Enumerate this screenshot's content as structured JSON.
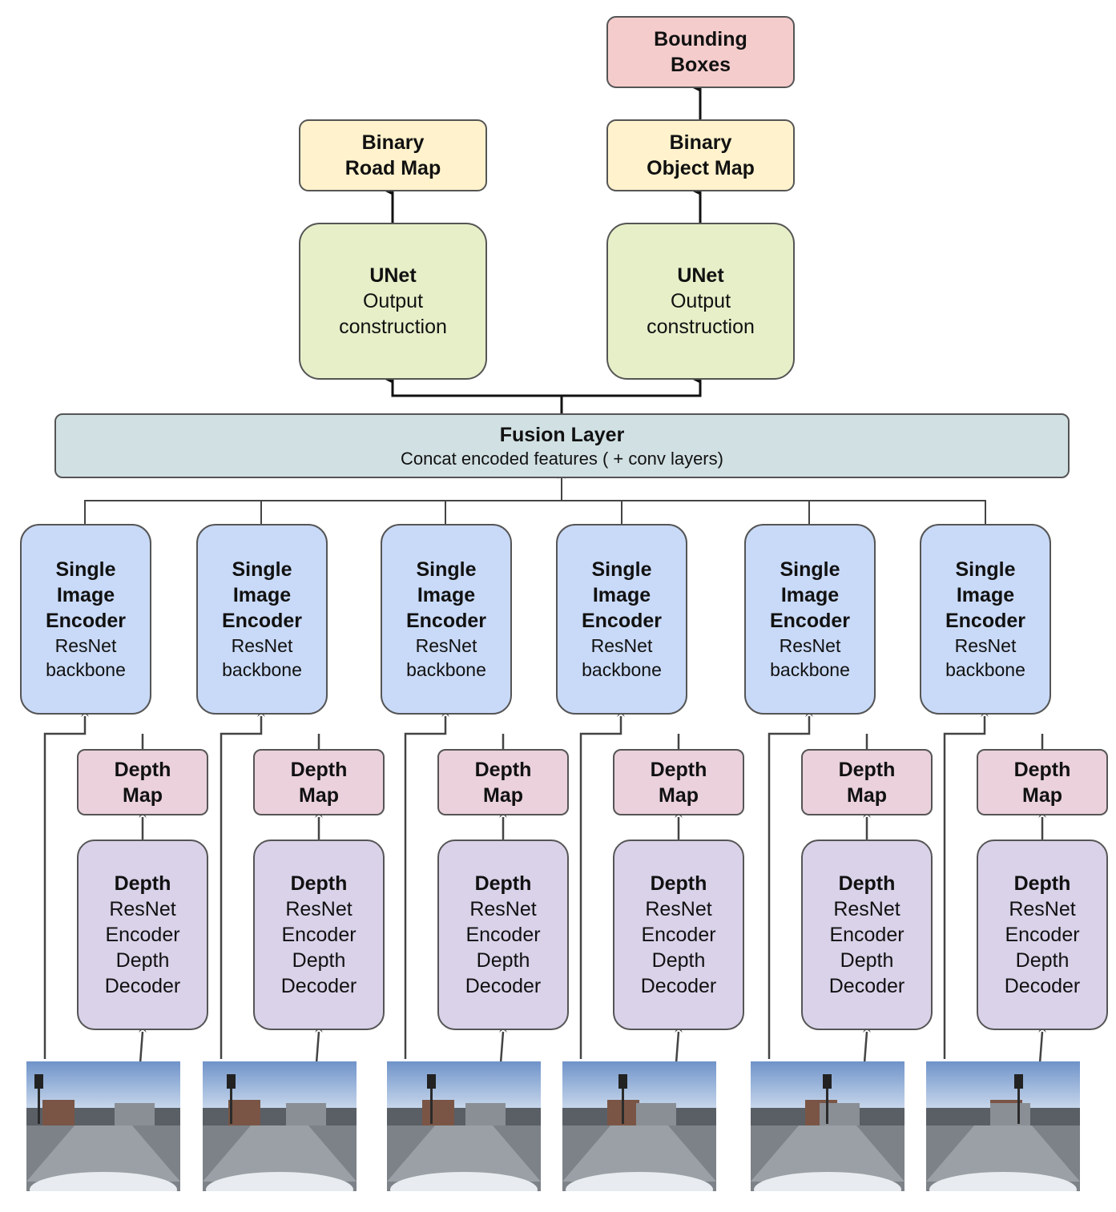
{
  "outputs": {
    "bounding_boxes": [
      "Bounding",
      "Boxes"
    ],
    "road_map": [
      "Binary",
      "Road Map"
    ],
    "object_map": [
      "Binary",
      "Object Map"
    ]
  },
  "unet": {
    "title": "UNet",
    "line1": "Output",
    "line2": "construction"
  },
  "fusion": {
    "title": "Fusion Layer",
    "subtitle": "Concat encoded features ( + conv layers)"
  },
  "encoder": {
    "l1": "Single",
    "l2": "Image",
    "l3": "Encoder",
    "l4": "ResNet",
    "l5": "backbone"
  },
  "depth_map": {
    "l1": "Depth",
    "l2": "Map"
  },
  "depth_net": {
    "l1": "Depth",
    "l2": "ResNet",
    "l3": "Encoder",
    "l4": "Depth",
    "l5": "Decoder"
  },
  "colors": {
    "outputs": "#f4cccc",
    "maps": "#fff2cc",
    "unet": "#e6efc8",
    "fusion": "#d1e0e3",
    "encoder": "#c9daf8",
    "depth_map": "#ead1dc",
    "depth_net": "#d9d2e9",
    "lines": "#444444"
  },
  "camera_images": [
    "street-scene-1",
    "street-scene-2",
    "street-scene-3",
    "street-scene-4",
    "street-scene-5",
    "street-scene-6"
  ]
}
